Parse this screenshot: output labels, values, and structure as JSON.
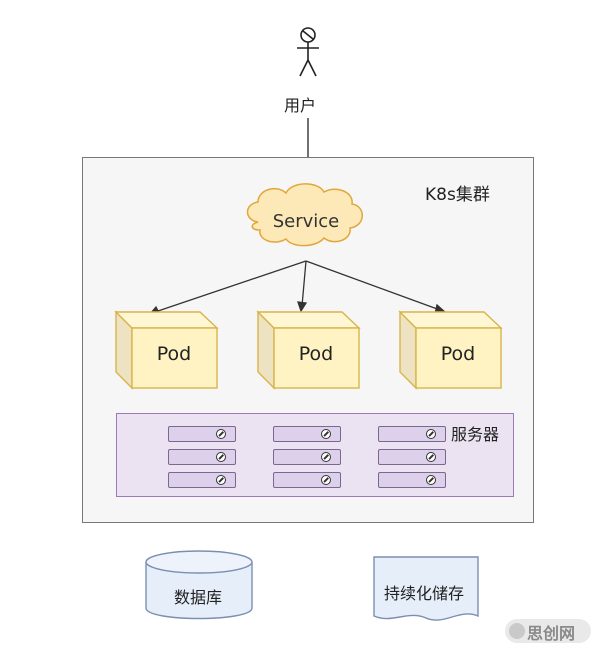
{
  "actor": {
    "label": "用户"
  },
  "cluster": {
    "label": "K8s集群"
  },
  "service": {
    "label": "Service"
  },
  "pods": [
    {
      "label": "Pod"
    },
    {
      "label": "Pod"
    },
    {
      "label": "Pod"
    }
  ],
  "servers": {
    "label": "服务器",
    "columns": 3,
    "units_per_column": 3
  },
  "database": {
    "label": "数据库"
  },
  "storage": {
    "label": "持续化储存"
  },
  "watermark": {
    "text": "思创网"
  },
  "colors": {
    "cloud_fill": "#fce9b7",
    "cloud_stroke": "#e0a83c",
    "pod_fill": "#fff3c4",
    "pod_stroke": "#d8b44a",
    "server_fill": "#ece3f2",
    "server_stroke": "#a079b8",
    "storage_fill": "#e6eefa",
    "storage_stroke": "#7b8fb0"
  }
}
